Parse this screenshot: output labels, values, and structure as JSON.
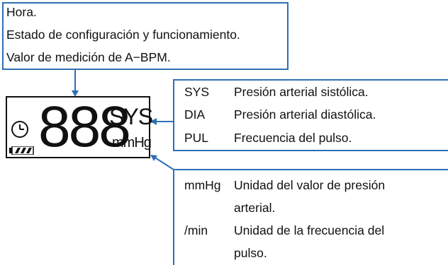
{
  "top_callout": {
    "lines": [
      "Hora.",
      "Estado de configuración y funcionamiento.",
      "Valor de medición de A−BPM."
    ]
  },
  "display": {
    "digits": "888",
    "sys_label": "SYS",
    "unit_label": "mmHg",
    "clock_icon": "clock-icon",
    "battery_icon": "battery-icon"
  },
  "right_callout_1": {
    "rows": [
      {
        "key": "SYS",
        "desc": "Presión arterial sistólica."
      },
      {
        "key": "DIA",
        "desc": "Presión arterial diastólica."
      },
      {
        "key": "PUL",
        "desc": "Frecuencia del pulso."
      }
    ]
  },
  "right_callout_2": {
    "rows": [
      {
        "key": "mmHg",
        "desc1": "Unidad del valor de presión",
        "desc2": "arterial."
      },
      {
        "key": "/min",
        "desc1": "Unidad de la frecuencia del",
        "desc2": "pulso."
      }
    ]
  },
  "colors": {
    "accent": "#2f6fb5",
    "text": "#111111"
  }
}
